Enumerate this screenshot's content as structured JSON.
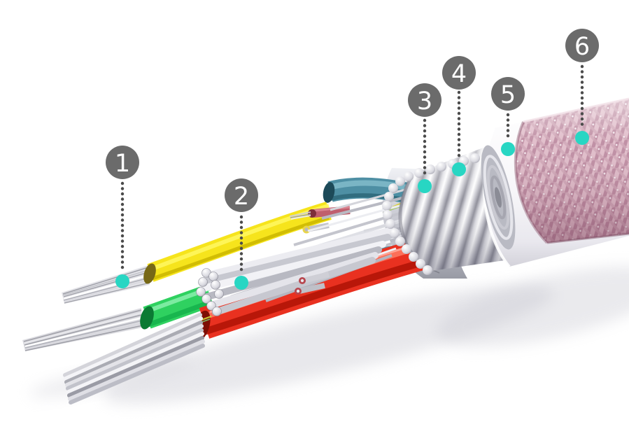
{
  "figure": {
    "kind": "cable-cutaway-diagram",
    "description_visible_text_only": true,
    "background": "#ffffff"
  },
  "colors": {
    "callout_circle": "#6b6b6b",
    "callout_number": "#ffffff",
    "leader_dots": "#4b4b4b",
    "marker_dot": "#28d6c3",
    "wire_yellow": "#f6e41c",
    "wire_yellow_highlight": "#fff65e",
    "wire_yellow_shade": "#cdb802",
    "wire_green": "#2fd160",
    "wire_green_highlight": "#8af0ad",
    "wire_green_shade": "#14b24b",
    "wire_red": "#e93120",
    "wire_red_highlight": "#ff7a64",
    "wire_red_shade": "#b31507",
    "wire_teal": "#4e8fa4",
    "wire_teal_highlight": "#7fb9c9",
    "wire_teal_shade": "#2e6779",
    "wire_rose_small": "#c05f6d",
    "strand_silver": "#d8d8de",
    "shield_coil_silver": "#e9e9ef",
    "foil_silver": "#c3c4cc",
    "inner_jacket_white": "#f7f6f8",
    "outer_braid_pink": "#d9aebc",
    "outer_braid_pink_dark": "#bd8ba1",
    "outer_braid_pink_light": "#e0bcc9"
  },
  "callouts": [
    {
      "label": "1"
    },
    {
      "label": "2"
    },
    {
      "label": "3"
    },
    {
      "label": "4"
    },
    {
      "label": "5"
    },
    {
      "label": "6"
    }
  ]
}
